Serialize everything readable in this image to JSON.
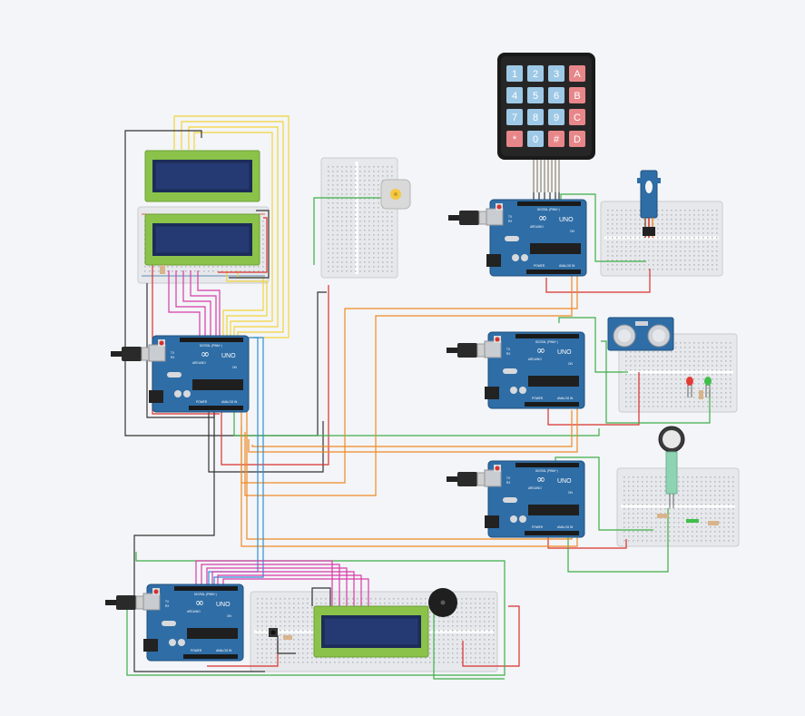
{
  "canvas": {
    "background": "#f3f5f8"
  },
  "colors": {
    "arduino_board": "#2f6da6",
    "arduino_edge": "#1f4f7d",
    "breadboard": "#e9ebee",
    "lcd_pcb": "#8bc34a",
    "lcd_screen": "#1c2d5a",
    "wire_yellow": "#f2d43a",
    "wire_pink": "#d83ba6",
    "wire_orange": "#f08a24",
    "wire_green": "#3fae49",
    "wire_black": "#333333",
    "wire_red": "#d9302c",
    "wire_blue": "#2f8fd8",
    "keypad_blue": "#9ec9e6",
    "keypad_red": "#e8878a"
  },
  "arduino": {
    "brand": "ARDUINO",
    "model": "UNO",
    "logo": "infinity-logo",
    "tx": "TX",
    "rx": "RX",
    "on": "ON",
    "digital": "DIGITAL (PWM~)",
    "power": "POWER",
    "analog": "ANALOG IN"
  },
  "keypad": {
    "keys": [
      "1",
      "2",
      "3",
      "A",
      "4",
      "5",
      "6",
      "B",
      "7",
      "8",
      "9",
      "C",
      "*",
      "0",
      "#",
      "D"
    ]
  },
  "components": {
    "usb_cable": "usb-cable",
    "lcd": "lcd-16x2",
    "servo": "servo-motor",
    "dc_motor": "dc-motor",
    "ultrasonic": "ultrasonic-sensor",
    "force_sensor": "force-sensor",
    "buzzer": "piezo-buzzer",
    "pushbutton": "pushbutton",
    "led_red": "led-red",
    "led_green": "led-green"
  }
}
